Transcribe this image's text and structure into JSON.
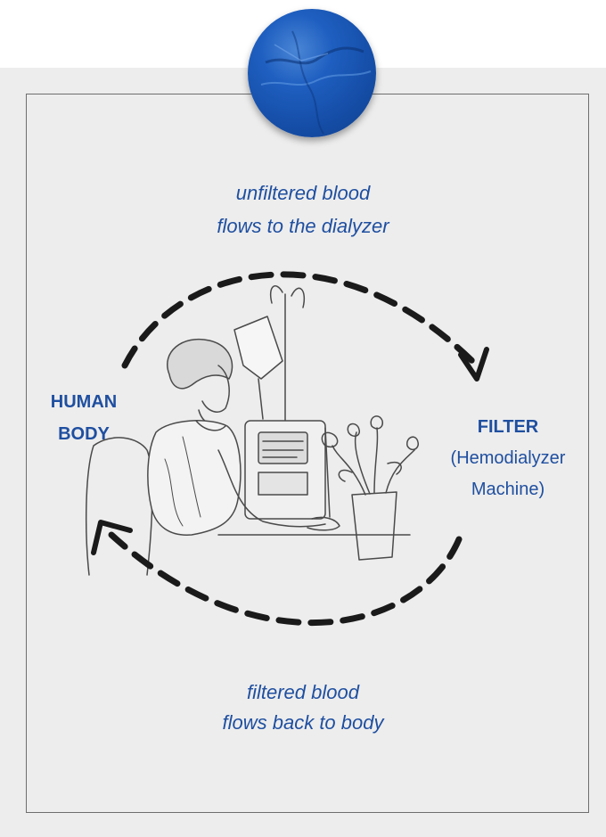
{
  "diagram": {
    "top_caption": [
      "unfiltered blood",
      "flows to the dialyzer"
    ],
    "bottom_caption": [
      "filtered blood",
      "flows back to body"
    ],
    "left_node": {
      "line1": "HUMAN",
      "line2": "BODY"
    },
    "right_node": {
      "title": "FILTER",
      "sub1": "(Hemodialyzer",
      "sub2": "Machine)"
    }
  },
  "colors": {
    "text_accent": "#1f4fa0",
    "pin": "#1650ab",
    "card_background": "#ededed",
    "arrow": "#1a1a1a"
  },
  "icons": {
    "pin": "blue-pushpin-icon",
    "illustration": "patient-at-dialysis-machine-sketch"
  }
}
